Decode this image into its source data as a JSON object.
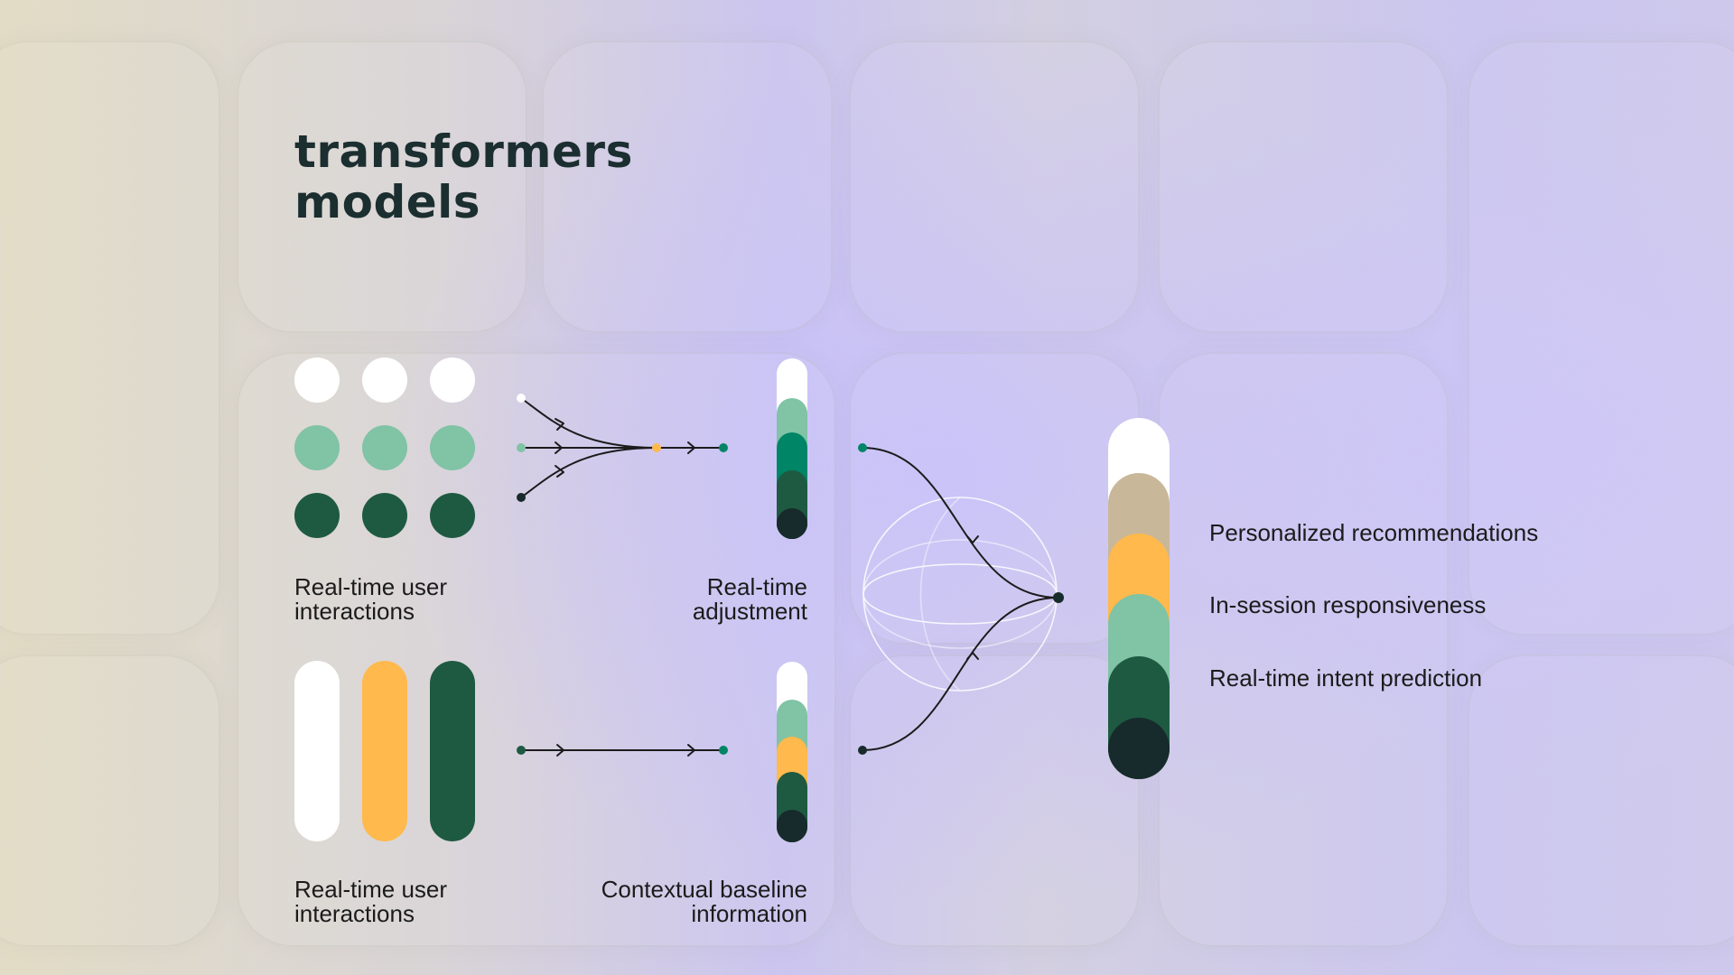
{
  "title": {
    "line1": "transformers",
    "line2": "models"
  },
  "inputs": {
    "top_label_line1": "Real-time user",
    "top_label_line2": "interactions",
    "bottom_label_line1": "Real-time user",
    "bottom_label_line2": "interactions"
  },
  "stages": {
    "top_label_line1": "Real-time",
    "top_label_line2": "adjustment",
    "bottom_label_line1": "Contextual baseline",
    "bottom_label_line2": "information"
  },
  "outputs": {
    "items": [
      "Personalized recommendations",
      "In-session responsiveness",
      "Real-time intent prediction"
    ]
  },
  "colors": {
    "white": "#ffffff",
    "mint": "#80c3a5",
    "emerald": "#008566",
    "forest": "#1e5a41",
    "ink": "#172a2c",
    "amber": "#ffb94c",
    "tan": "#c9b79a",
    "line": "#1b1b1b",
    "globe": "#ffffff"
  },
  "icons": {
    "arrow": "chevron-arrow-icon",
    "globe": "globe-wireframe-icon"
  }
}
